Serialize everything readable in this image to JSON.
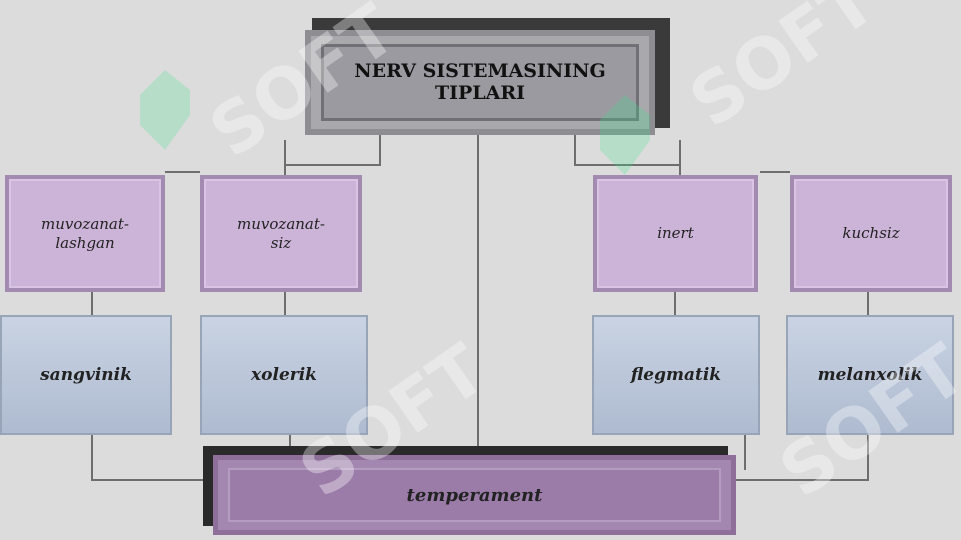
{
  "title": {
    "line1": "NERV SISTEMASINING",
    "line2": "TIPLARI"
  },
  "traits": [
    {
      "line1": "muvozanat-",
      "line2": "lashgan"
    },
    {
      "line1": "muvozanat-",
      "line2": "siz"
    },
    {
      "line1": "inert",
      "line2": ""
    },
    {
      "line1": "kuchsiz",
      "line2": ""
    }
  ],
  "types": [
    "sangvinik",
    "xolerik",
    "flegmatik",
    "melanxolik"
  ],
  "bottom": {
    "label": "temperament"
  },
  "watermark": {
    "text": "SOFT",
    "color": "#ffffff",
    "mark_color": "#3fe08a"
  }
}
